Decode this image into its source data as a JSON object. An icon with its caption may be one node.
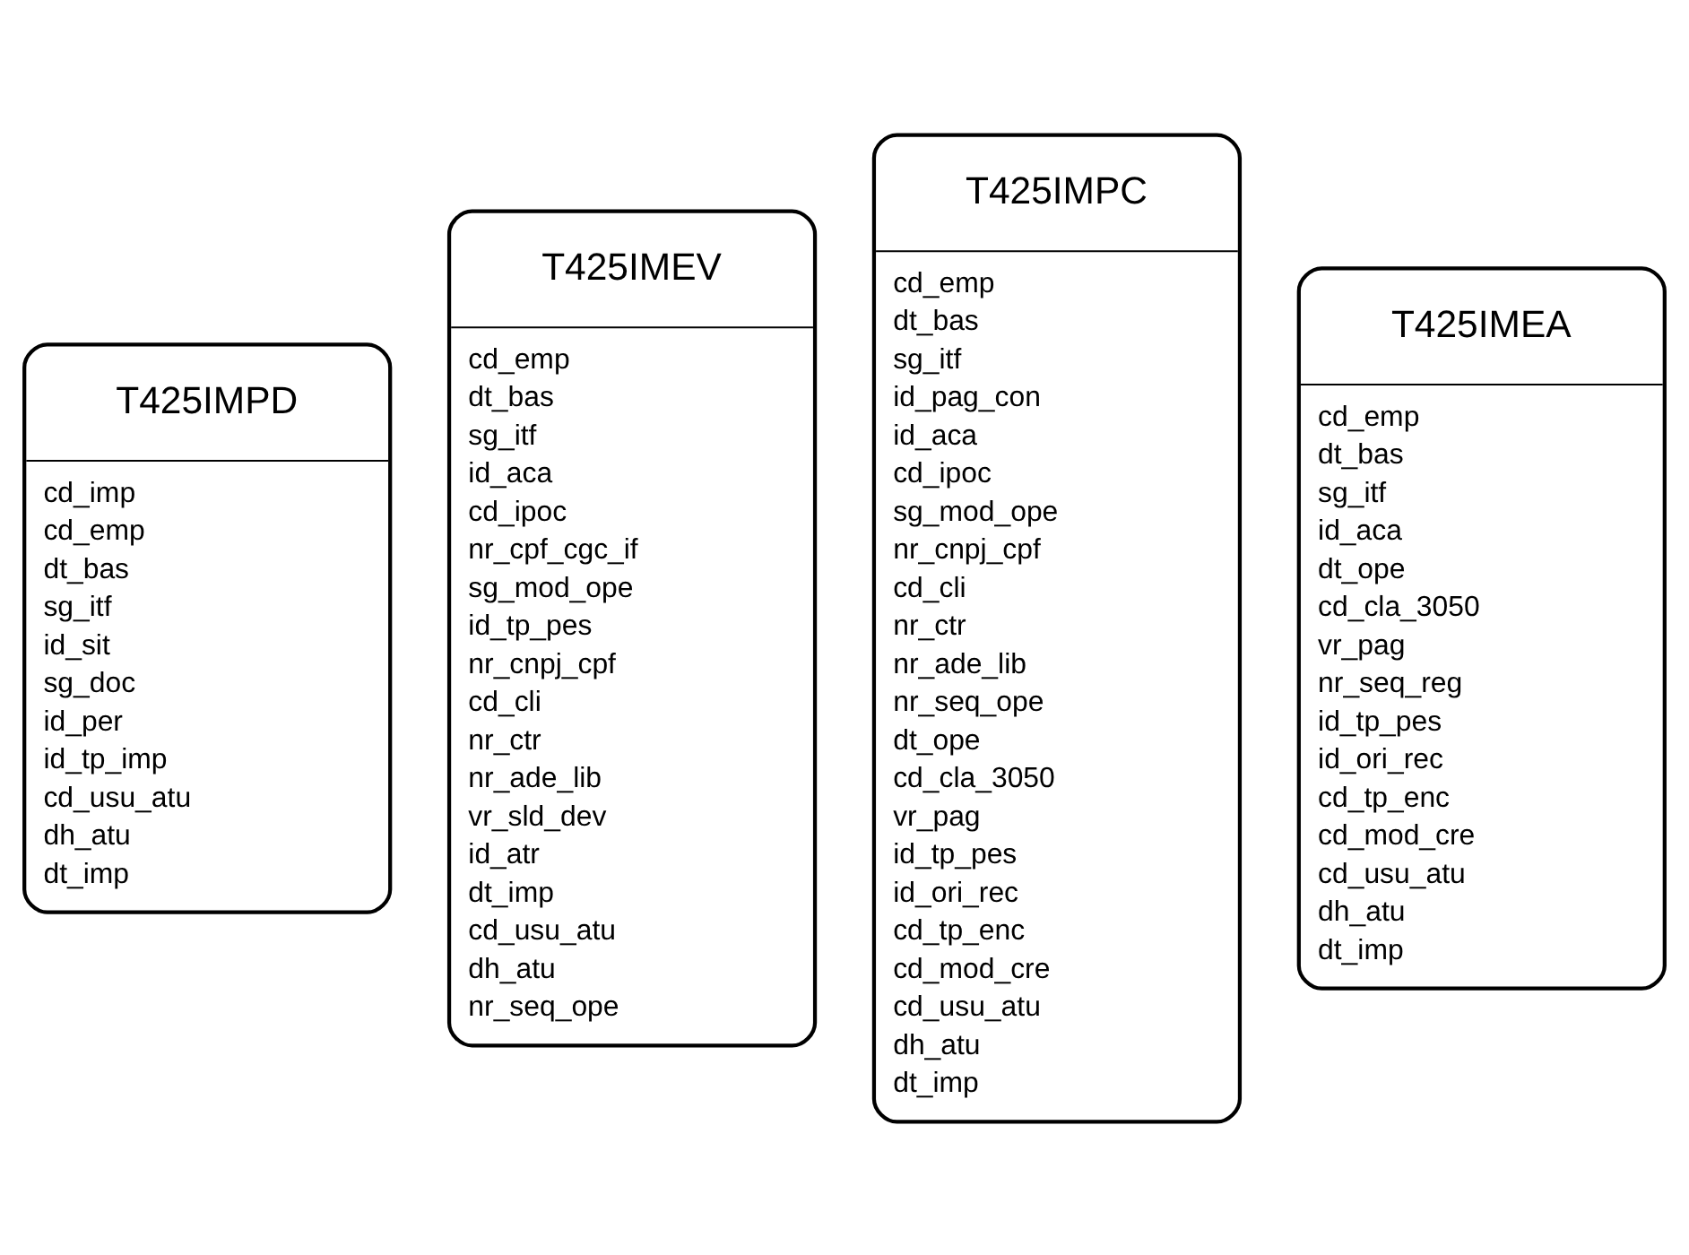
{
  "diagram": {
    "nodes": [
      {
        "text": [
          "T425IMPD",
          "cd_imp",
          "cd_emp",
          "dt_bas",
          "sg_itf",
          "id_sit",
          "sg_doc",
          "id_per",
          "id_tp_imp",
          "cd_usu_atu",
          "dh_atu",
          "dt_imp"
        ]
      },
      {
        "text": [
          "T425IMEV",
          "cd_emp",
          "dt_bas",
          "sg_itf",
          "id_aca",
          "cd_ipoc",
          "nr_cpf_cgc_if",
          "sg_mod_ope",
          "id_tp_pes",
          "nr_cnpj_cpf",
          "cd_cli",
          "nr_ctr",
          "nr_ade_lib",
          "vr_sld_dev",
          "id_atr",
          "dt_imp",
          "cd_usu_atu",
          "dh_atu",
          "nr_seq_ope"
        ]
      },
      {
        "text": [
          "T425IMPC",
          "cd_emp",
          "dt_bas",
          "sg_itf",
          "id_pag_con",
          "id_aca",
          "cd_ipoc",
          "sg_mod_ope",
          "nr_cnpj_cpf",
          "cd_cli",
          "nr_ctr",
          "nr_ade_lib",
          "nr_seq_ope",
          "dt_ope",
          "cd_cla_3050",
          "vr_pag",
          "id_tp_pes",
          "id_ori_rec",
          "cd_tp_enc",
          "cd_mod_cre",
          "cd_usu_atu",
          "dh_atu",
          "dt_imp"
        ]
      },
      {
        "text": [
          "T425IMEA",
          "cd_emp",
          "dt_bas",
          "sg_itf",
          "id_aca",
          "dt_ope",
          "cd_cla_3050",
          "vr_pag",
          "nr_seq_reg",
          "id_tp_pes",
          "id_ori_rec",
          "cd_tp_enc",
          "cd_mod_cre",
          "cd_usu_atu",
          "dh_atu",
          "dt_imp"
        ]
      }
    ],
    "edges": []
  }
}
